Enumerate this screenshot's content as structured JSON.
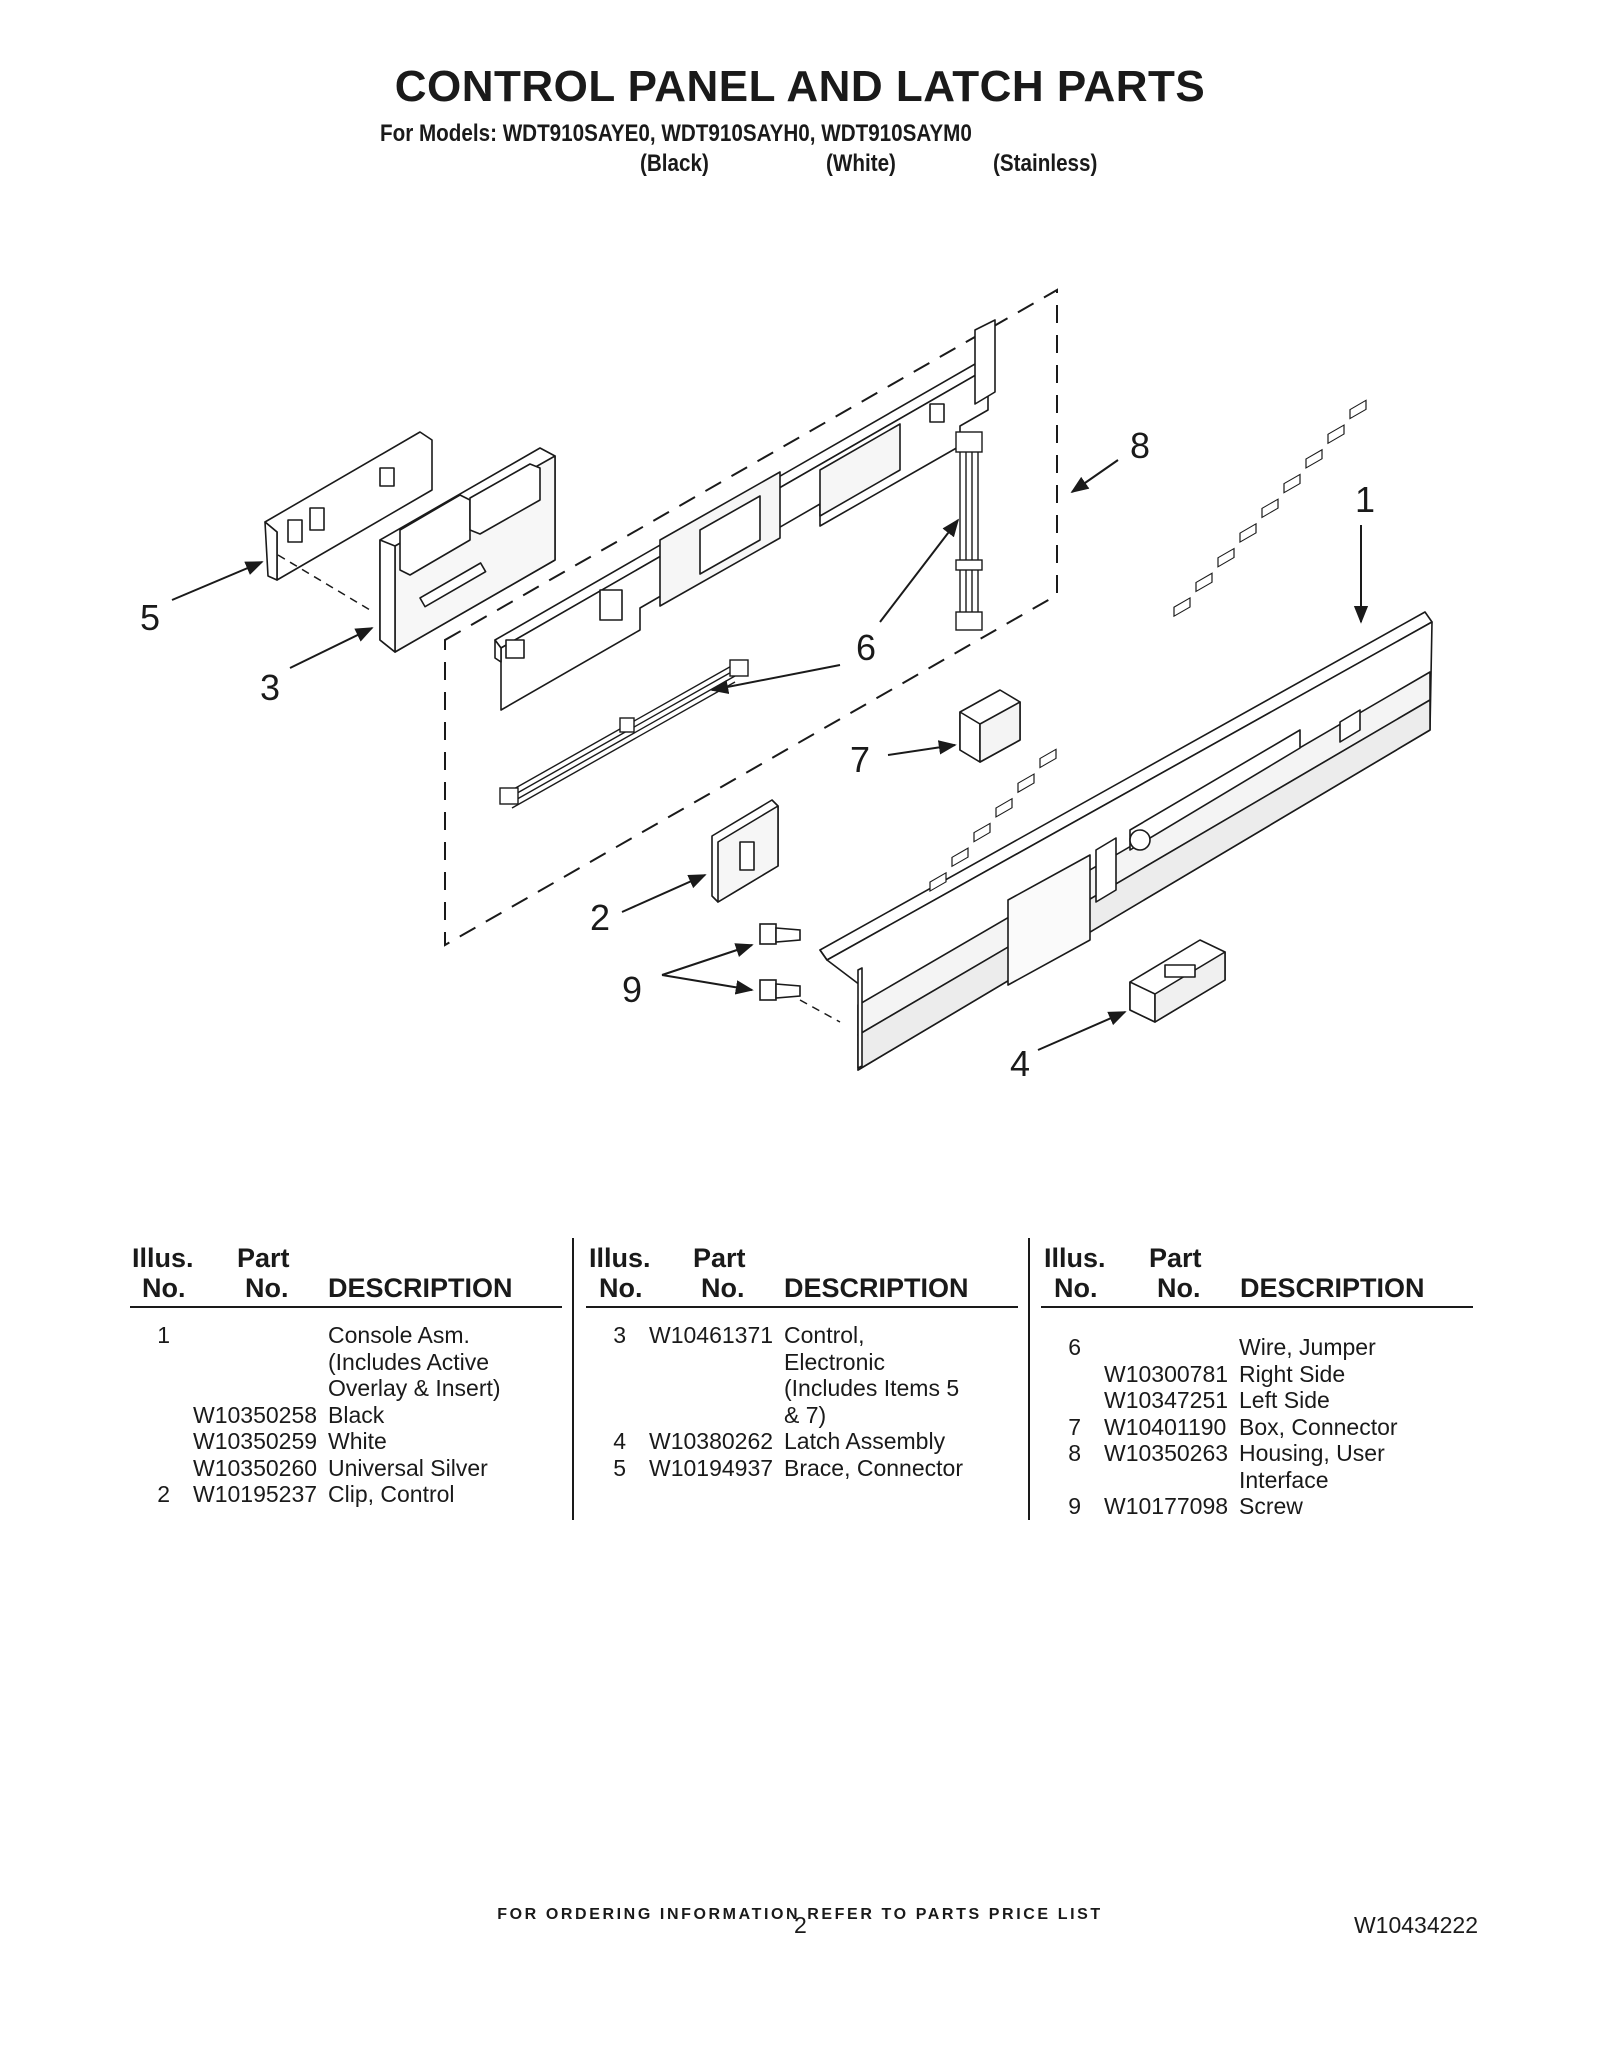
{
  "header": {
    "title": "CONTROL PANEL AND LATCH PARTS",
    "models_line": "For Models: WDT910SAYE0, WDT910SAYH0, WDT910SAYM0",
    "colors": [
      "(Black)",
      "(White)",
      "(Stainless)"
    ]
  },
  "diagram": {
    "callouts": [
      "1",
      "2",
      "3",
      "4",
      "5",
      "6",
      "6",
      "7",
      "8",
      "9"
    ]
  },
  "table": {
    "col_illus": [
      "Illus.",
      "No."
    ],
    "col_part": [
      "Part",
      "No."
    ],
    "col_desc": "DESCRIPTION",
    "col1_rows": [
      {
        "illus": "1",
        "part": "",
        "desc": "Console Asm."
      },
      {
        "illus": "",
        "part": "",
        "desc": "(Includes Active"
      },
      {
        "illus": "",
        "part": "",
        "desc": "Overlay & Insert)"
      },
      {
        "illus": "",
        "part": "W10350258",
        "desc": "Black"
      },
      {
        "illus": "",
        "part": "W10350259",
        "desc": "White"
      },
      {
        "illus": "",
        "part": "W10350260",
        "desc": "Universal Silver"
      },
      {
        "illus": "2",
        "part": "W10195237",
        "desc": "Clip, Control"
      }
    ],
    "col2_rows": [
      {
        "illus": "3",
        "part": "W10461371",
        "desc": "Control,"
      },
      {
        "illus": "",
        "part": "",
        "desc": "Electronic"
      },
      {
        "illus": "",
        "part": "",
        "desc": "(Includes Items 5"
      },
      {
        "illus": "",
        "part": "",
        "desc": "& 7)"
      },
      {
        "illus": "4",
        "part": "W10380262",
        "desc": "Latch Assembly"
      },
      {
        "illus": "5",
        "part": "W10194937",
        "desc": "Brace, Connector"
      }
    ],
    "col3_rows": [
      {
        "illus": "6",
        "part": "",
        "desc": "Wire, Jumper"
      },
      {
        "illus": "",
        "part": "W10300781",
        "desc": "Right Side"
      },
      {
        "illus": "",
        "part": "W10347251",
        "desc": "Left Side"
      },
      {
        "illus": "7",
        "part": "W10401190",
        "desc": "Box, Connector"
      },
      {
        "illus": "8",
        "part": "W10350263",
        "desc": "Housing, User"
      },
      {
        "illus": "",
        "part": "",
        "desc": "Interface"
      },
      {
        "illus": "9",
        "part": "W10177098",
        "desc": "Screw"
      }
    ]
  },
  "footer": {
    "ordering_note": "FOR ORDERING INFORMATION REFER TO PARTS PRICE LIST",
    "page_number": "2",
    "doc_number": "W10434222"
  }
}
